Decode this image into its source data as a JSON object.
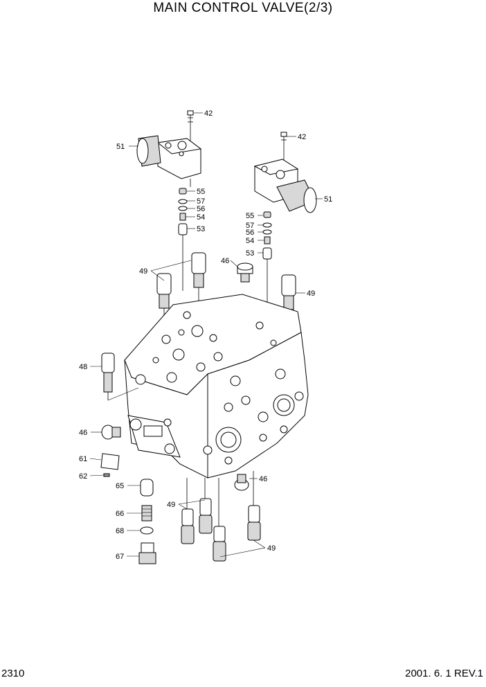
{
  "title": "MAIN CONTROL VALVE(2/3)",
  "page_number": "2310",
  "revision": "2001. 6. 1 REV.1",
  "callouts": {
    "c42a": "42",
    "c42b": "42",
    "c51a": "51",
    "c51b": "51",
    "c55a": "55",
    "c57a": "57",
    "c56a": "56",
    "c54a": "54",
    "c53a": "53",
    "c55b": "55",
    "c57b": "57",
    "c56b": "56",
    "c54b": "54",
    "c53b": "53",
    "c46a": "46",
    "c46b": "46",
    "c46c": "46",
    "c49a": "49",
    "c49b": "49",
    "c49c": "49",
    "c49d": "49",
    "c48": "48",
    "c61": "61",
    "c62": "62",
    "c65": "65",
    "c66": "66",
    "c68": "68",
    "c67": "67"
  }
}
